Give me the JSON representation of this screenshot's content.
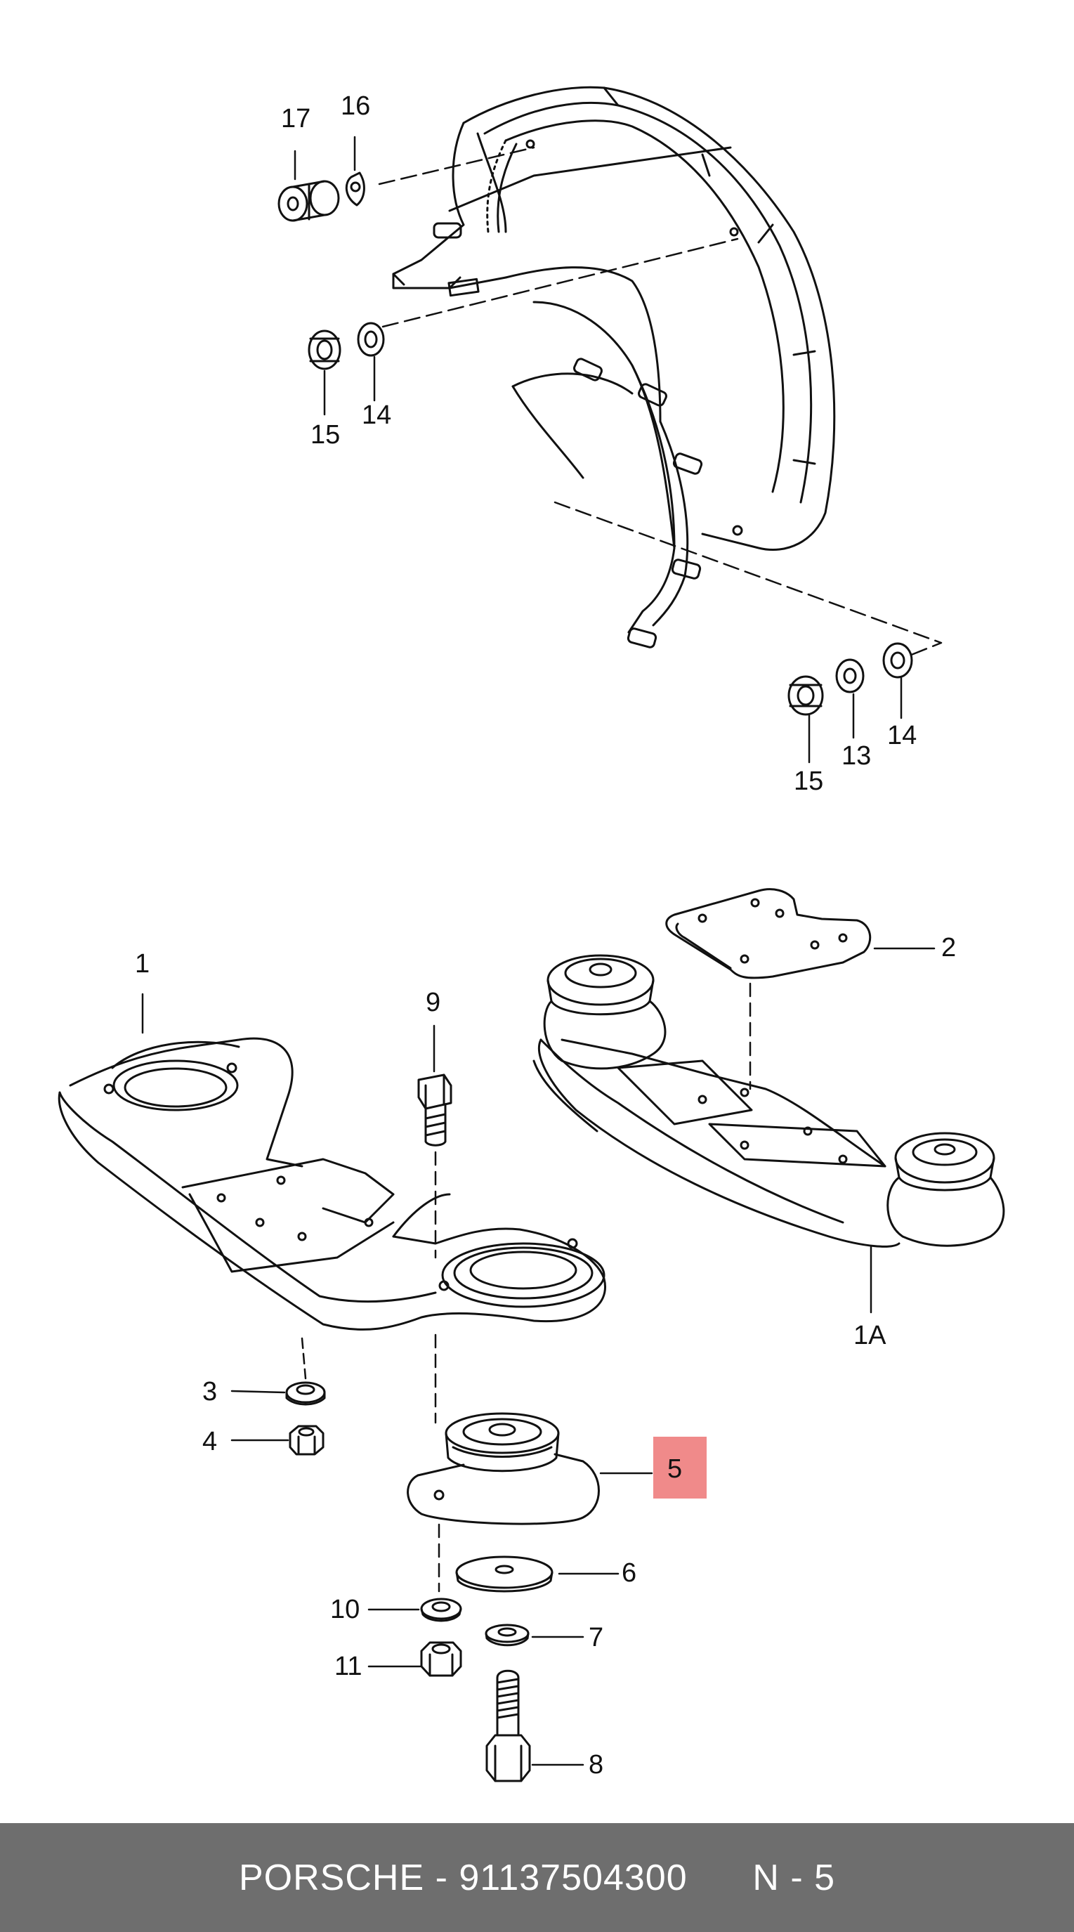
{
  "callouts": {
    "c17": "17",
    "c16": "16",
    "c15a": "15",
    "c14a": "14",
    "c15b": "15",
    "c13": "13",
    "c14b": "14",
    "c1": "1",
    "c2": "2",
    "c9": "9",
    "c1a": "1A",
    "c3": "3",
    "c4": "4",
    "c5": "5",
    "c6": "6",
    "c10": "10",
    "c7": "7",
    "c11": "11",
    "c8": "8"
  },
  "footer": {
    "brand": "PORSCHE",
    "separator": " - ",
    "part_number": "91137504300",
    "gap": "      ",
    "ref": "N - 5"
  },
  "colors": {
    "highlight": "#f08a8a",
    "footer_bg": "#6e6e6e",
    "footer_text": "#ffffff",
    "line": "#111111"
  }
}
